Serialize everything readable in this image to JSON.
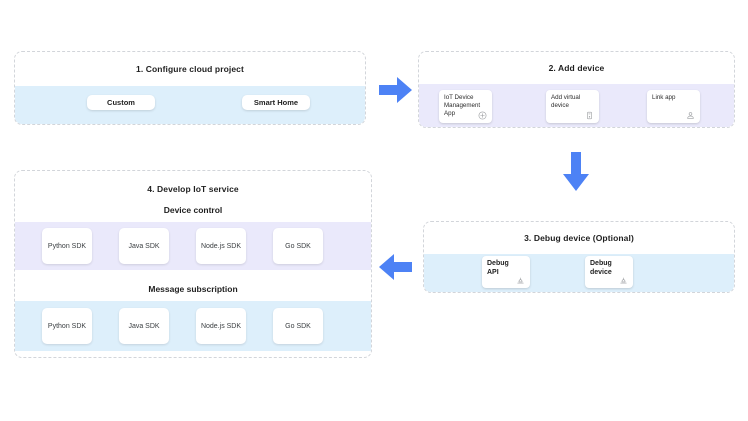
{
  "diagram": {
    "title_color": "#1f1f1f",
    "arrow_color": "#4d82f5",
    "band_blue": "#ddeffb",
    "band_lilac": "#eae9fb",
    "panel_border": "#d2d5da"
  },
  "step1": {
    "title": "1. Configure cloud project",
    "buttons": [
      {
        "label": "Custom"
      },
      {
        "label": "Smart Home"
      }
    ]
  },
  "step2": {
    "title": "2. Add device",
    "cards": [
      {
        "label": "IoT Device\nManagement\nApp",
        "icon": "plus-circle-icon"
      },
      {
        "label": "Add virtual\ndevice",
        "icon": "device-icon"
      },
      {
        "label": "Link app",
        "icon": "link-app-icon"
      }
    ]
  },
  "step3": {
    "title": "3. Debug device (Optional)",
    "cards": [
      {
        "label": "Debug\nAPI",
        "icon": "debug-icon"
      },
      {
        "label": "Debug\ndevice",
        "icon": "debug-icon"
      }
    ]
  },
  "step4": {
    "title": "4. Develop IoT service",
    "sections": [
      {
        "title": "Device control",
        "items": [
          {
            "label": "Python SDK"
          },
          {
            "label": "Java SDK"
          },
          {
            "label": "Node.js SDK"
          },
          {
            "label": "Go SDK"
          }
        ]
      },
      {
        "title": "Message subscription",
        "items": [
          {
            "label": "Python SDK"
          },
          {
            "label": "Java SDK"
          },
          {
            "label": "Node.js SDK"
          },
          {
            "label": "Go SDK"
          }
        ]
      }
    ]
  },
  "arrows": [
    {
      "name": "arrow-step1-to-step2",
      "direction": "right"
    },
    {
      "name": "arrow-step2-to-step3",
      "direction": "down"
    },
    {
      "name": "arrow-step3-to-step4",
      "direction": "left"
    }
  ]
}
